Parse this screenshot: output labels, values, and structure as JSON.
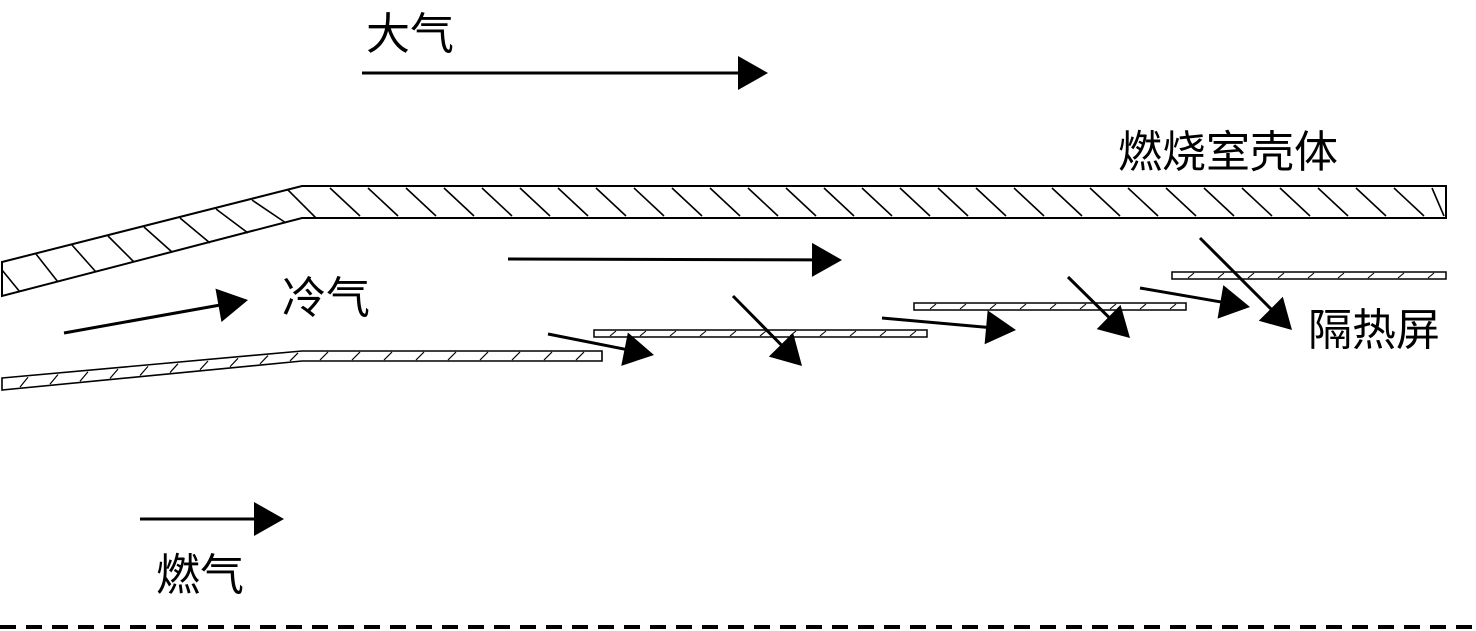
{
  "labels": {
    "atmosphere": "大气",
    "casing": "燃烧室壳体",
    "cooling_air": "冷气",
    "heat_shield": "隔热屏",
    "combustion_gas": "燃气"
  },
  "colors": {
    "ink": "#000000",
    "background": "#ffffff"
  }
}
